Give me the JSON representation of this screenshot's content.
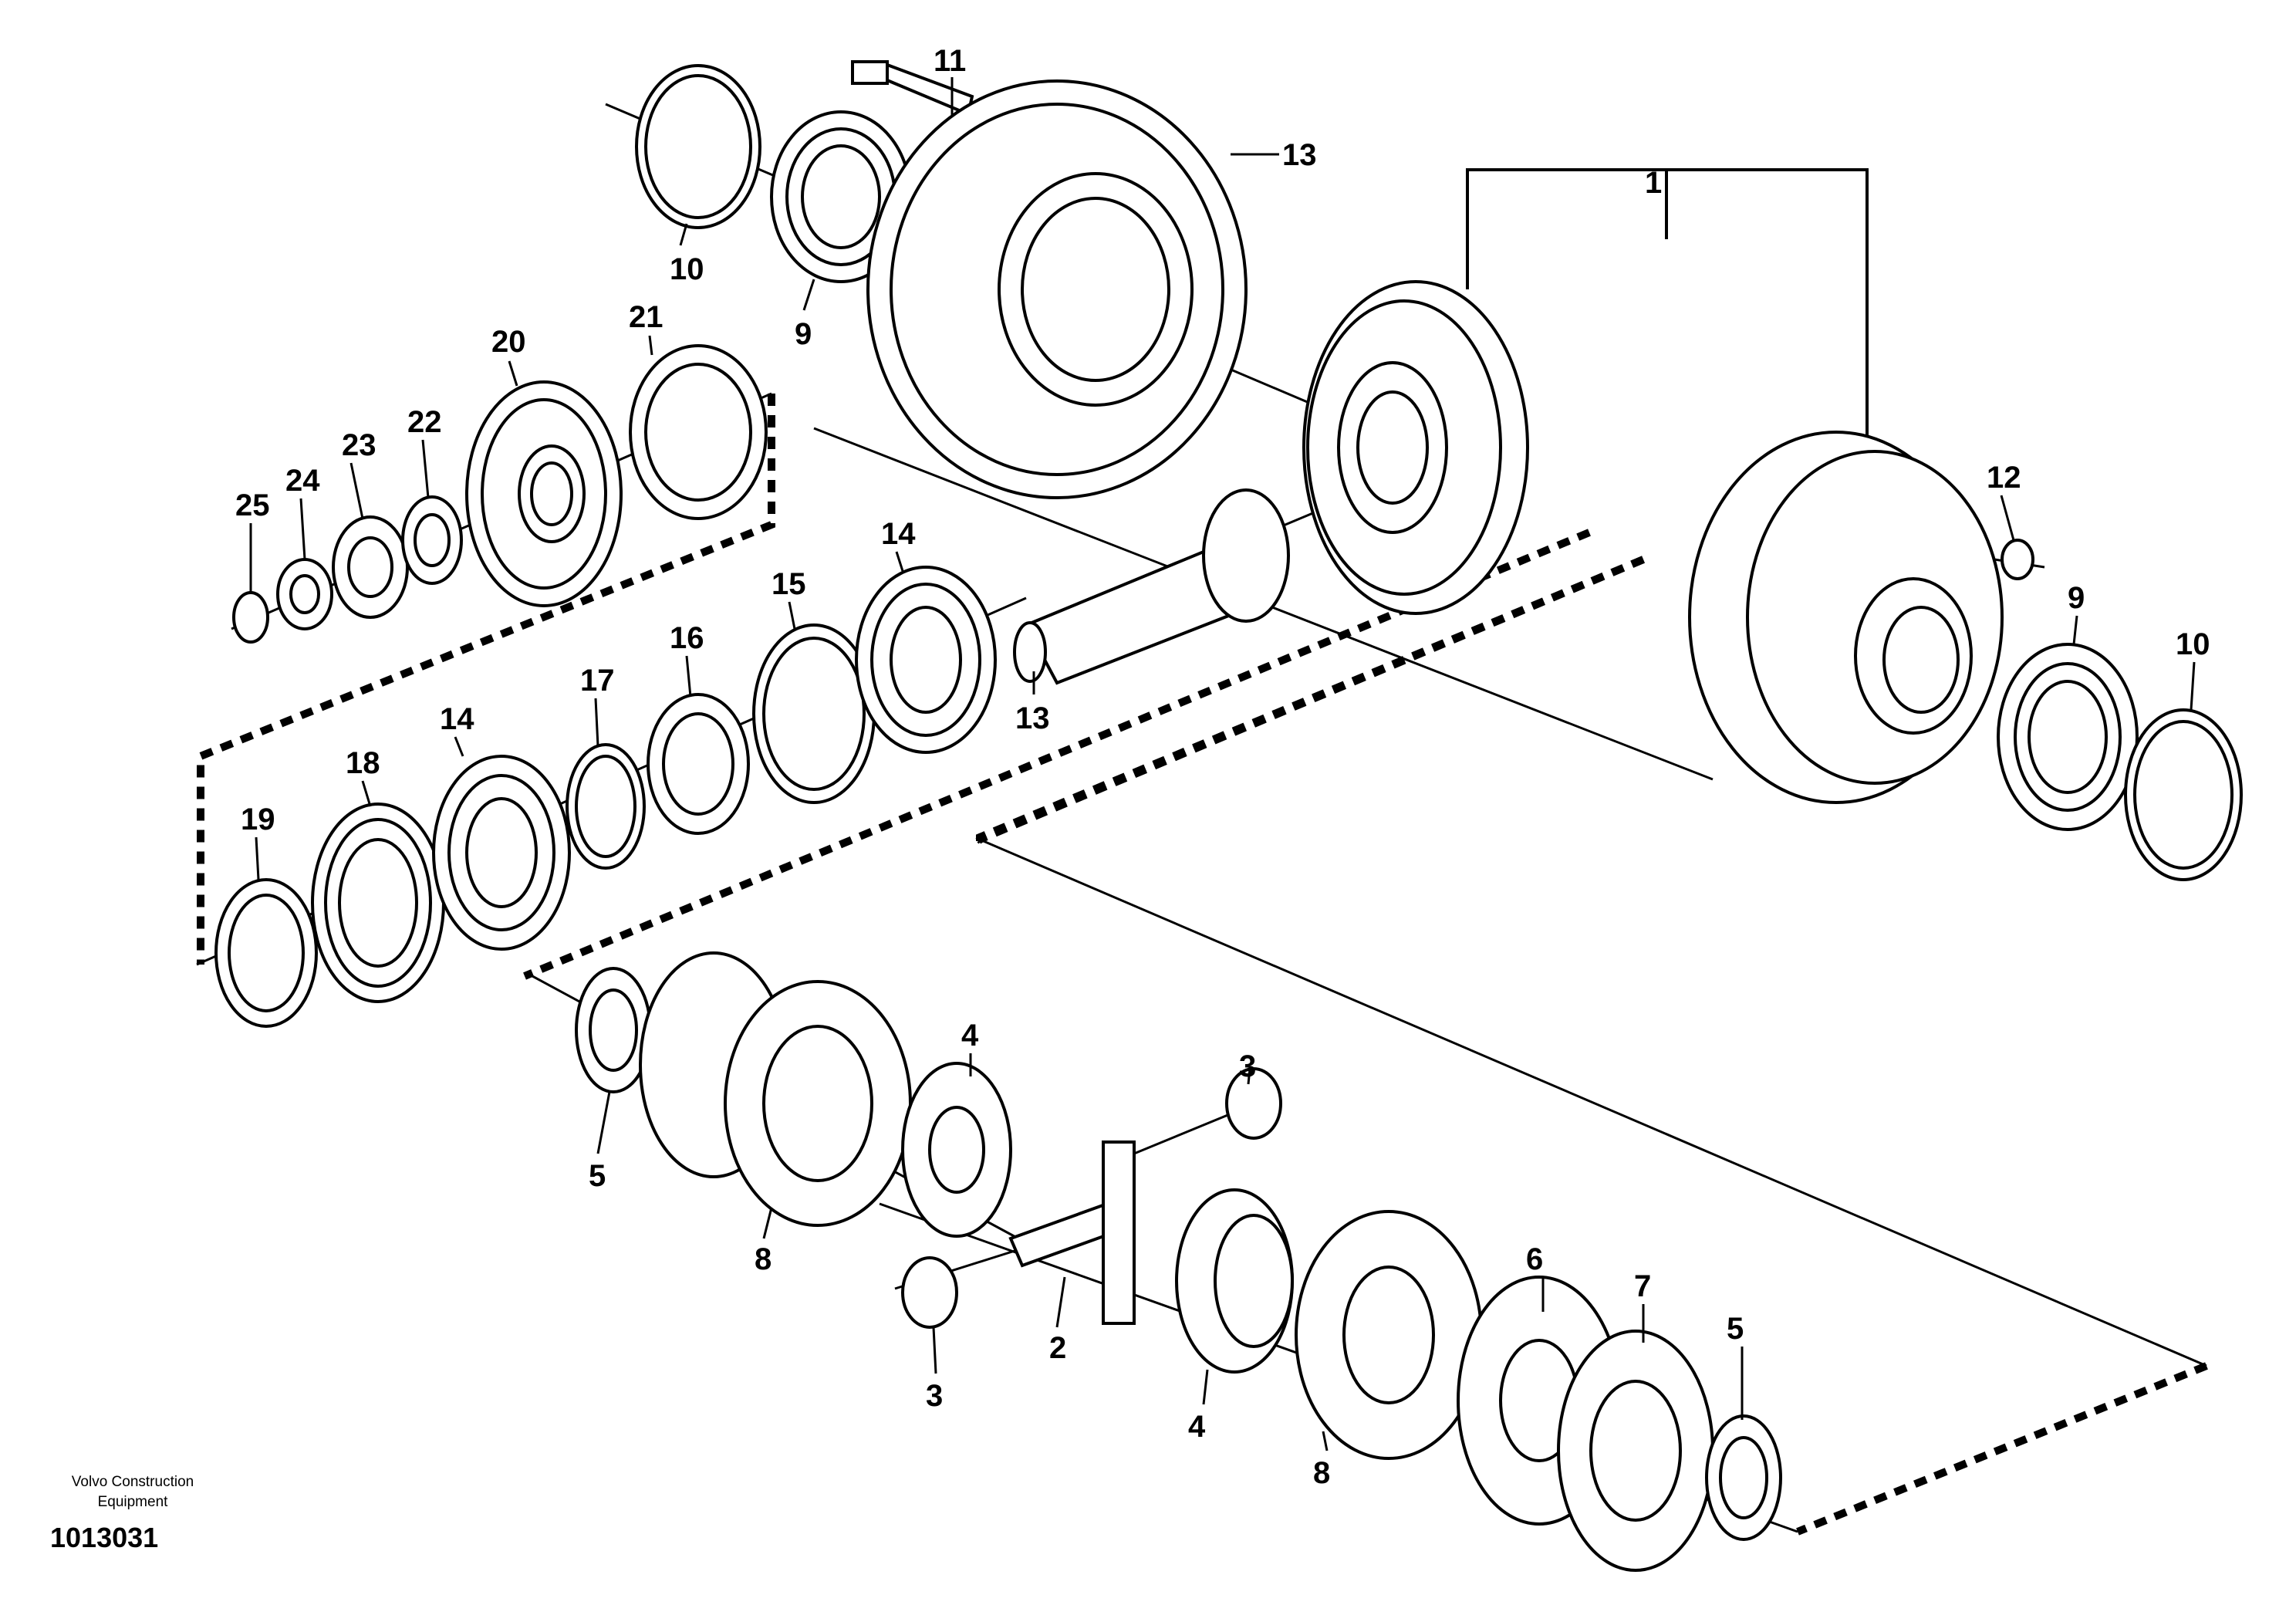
{
  "diagram": {
    "callouts": {
      "c1": "1",
      "c2": "2",
      "c3a": "3",
      "c3b": "3",
      "c4a": "4",
      "c4b": "4",
      "c5a": "5",
      "c5b": "5",
      "c6": "6",
      "c7": "7",
      "c8a": "8",
      "c8b": "8",
      "c9a": "9",
      "c9b": "9",
      "c10a": "10",
      "c10b": "10",
      "c11": "11",
      "c12": "12",
      "c13a": "13",
      "c13b": "13",
      "c14a": "14",
      "c14b": "14",
      "c15": "15",
      "c16": "16",
      "c17": "17",
      "c18": "18",
      "c19": "19",
      "c20": "20",
      "c21": "21",
      "c22": "22",
      "c23": "23",
      "c24": "24",
      "c25": "25"
    }
  },
  "footer": {
    "company_line1": "Volvo Construction",
    "company_line2": "Equipment",
    "drawing_number": "1013031"
  }
}
